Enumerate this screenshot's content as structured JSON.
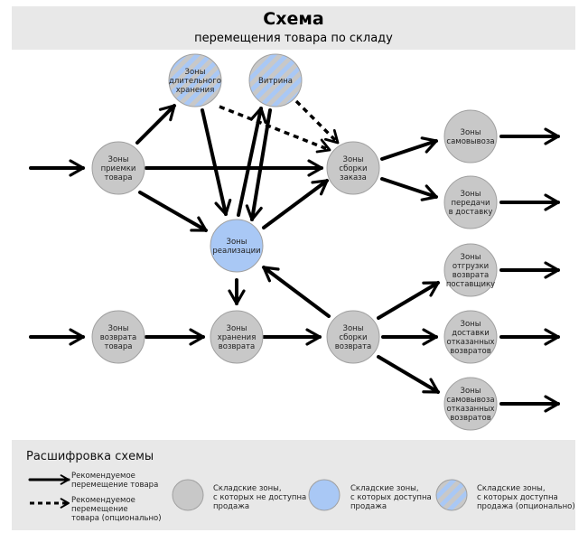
{
  "header": {
    "title": "Схема",
    "subtitle": "перемещения товара по складу"
  },
  "colors": {
    "gray_zone": "#c8c8c8",
    "blue_zone": "#a9c8f5",
    "arrow": "#000000",
    "panel_bg": "#e8e8e8"
  },
  "nodes": {
    "long_storage": [
      "Зоны",
      "длительного",
      "хранения"
    ],
    "showcase": [
      "Витрина"
    ],
    "receiving": [
      "Зоны",
      "приемки",
      "товара"
    ],
    "sales": [
      "Зоны",
      "реализации"
    ],
    "order_assembly": [
      "Зоны",
      "сборки",
      "заказа"
    ],
    "pickup": [
      "Зоны",
      "самовывоза"
    ],
    "delivery_handover": [
      "Зоны",
      "передачи",
      "в доставку"
    ],
    "supplier_return_shipping": [
      "Зоны",
      "отгрузки",
      "возврата",
      "поставщику"
    ],
    "return_goods": [
      "Зоны",
      "возврата",
      "товара"
    ],
    "return_storage": [
      "Зоны",
      "хранения",
      "возврата"
    ],
    "return_assembly": [
      "Зоны",
      "сборки",
      "возврата"
    ],
    "refused_delivery": [
      "Зоны",
      "доставки",
      "отказанных",
      "возвратов"
    ],
    "refused_pickup": [
      "Зоны",
      "самовывоза",
      "отказанных",
      "возвратов"
    ]
  },
  "legend": {
    "title": "Расшифровка схемы",
    "solid_arrow": "Рекомендуемое\nперемещение товара",
    "dashed_arrow": "Рекомендуемое\nперемещение\nтовара (опционально)",
    "gray_zone": "Складские зоны,\nс которых не доступна\nпродажа",
    "blue_zone": "Складские зоны,\nс которых доступна\nпродажа",
    "striped_zone": "Складские зоны,\nс которых доступна\nпродажа (опционально)"
  }
}
